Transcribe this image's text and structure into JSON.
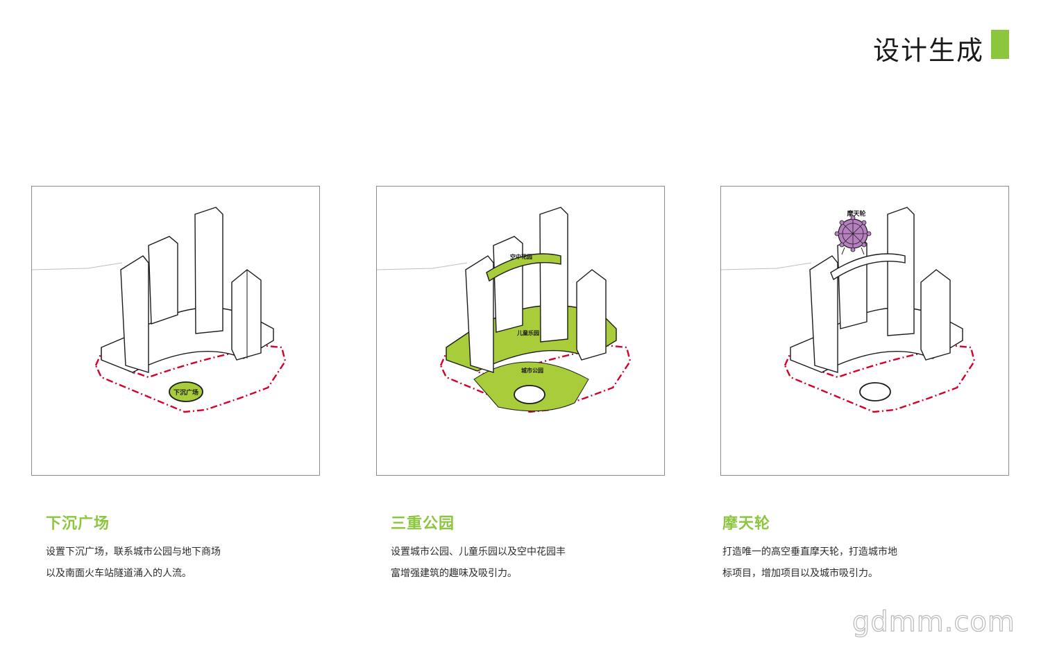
{
  "title": "设计生成",
  "accent_color": "#8cc63f",
  "green_fill": "#a8cc3a",
  "boundary_color": "#d4002a",
  "ferris_color": "#b67fc0",
  "panels": [
    {
      "plaza_label": "下沉广场",
      "heading": "下沉广场",
      "lines": [
        "设置下沉广场，联系城市公园与地下商场",
        "以及南面火车站隧道涌入的人流。"
      ]
    },
    {
      "sky_label": "空中花园",
      "kids_label": "儿童乐园",
      "park_label": "城市公园",
      "heading": "三重公园",
      "lines": [
        "设置城市公园、儿童乐园以及空中花园丰",
        "富增强建筑的趣味及吸引力。"
      ]
    },
    {
      "wheel_label": "摩天轮",
      "heading": "摩天轮",
      "lines": [
        "打造唯一的高空垂直摩天轮，打造城市地",
        "标项目，增加项目以及城市吸引力。"
      ]
    }
  ],
  "watermark": "gdmm.com"
}
